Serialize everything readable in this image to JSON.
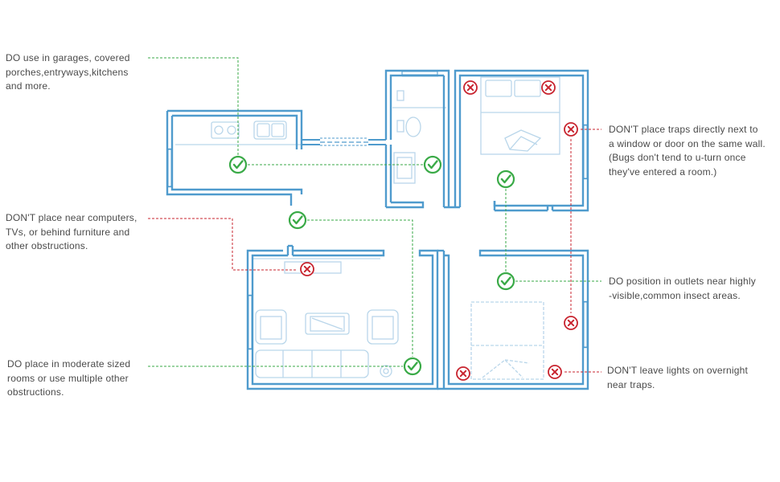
{
  "colors": {
    "wall": "#4f9bcd",
    "furniture": "#b9d6ea",
    "do": "#3aaa47",
    "dont": "#c8242f",
    "text": "#4a4a4a"
  },
  "icons": {
    "do": "check-circle-icon",
    "dont": "x-circle-icon"
  },
  "notes": {
    "garages": [
      "DO use in garages, covered",
      "porches,entryways,kitchens",
      "and more."
    ],
    "computers": [
      "DON'T place near computers,",
      "TVs, or behind furniture and",
      "other obstructions."
    ],
    "moderate": [
      "DO place in moderate sized",
      "rooms or use multiple other",
      "obstructions."
    ],
    "window": [
      "DON'T place traps directly next to",
      "a window or door on the same wall.",
      "(Bugs don't tend to u-turn once",
      "they've entered a room.)"
    ],
    "outlets": [
      "DO position in outlets near highly",
      "-visible,common insect areas."
    ],
    "lights": [
      "DON'T leave lights on overnight",
      "near traps."
    ]
  }
}
